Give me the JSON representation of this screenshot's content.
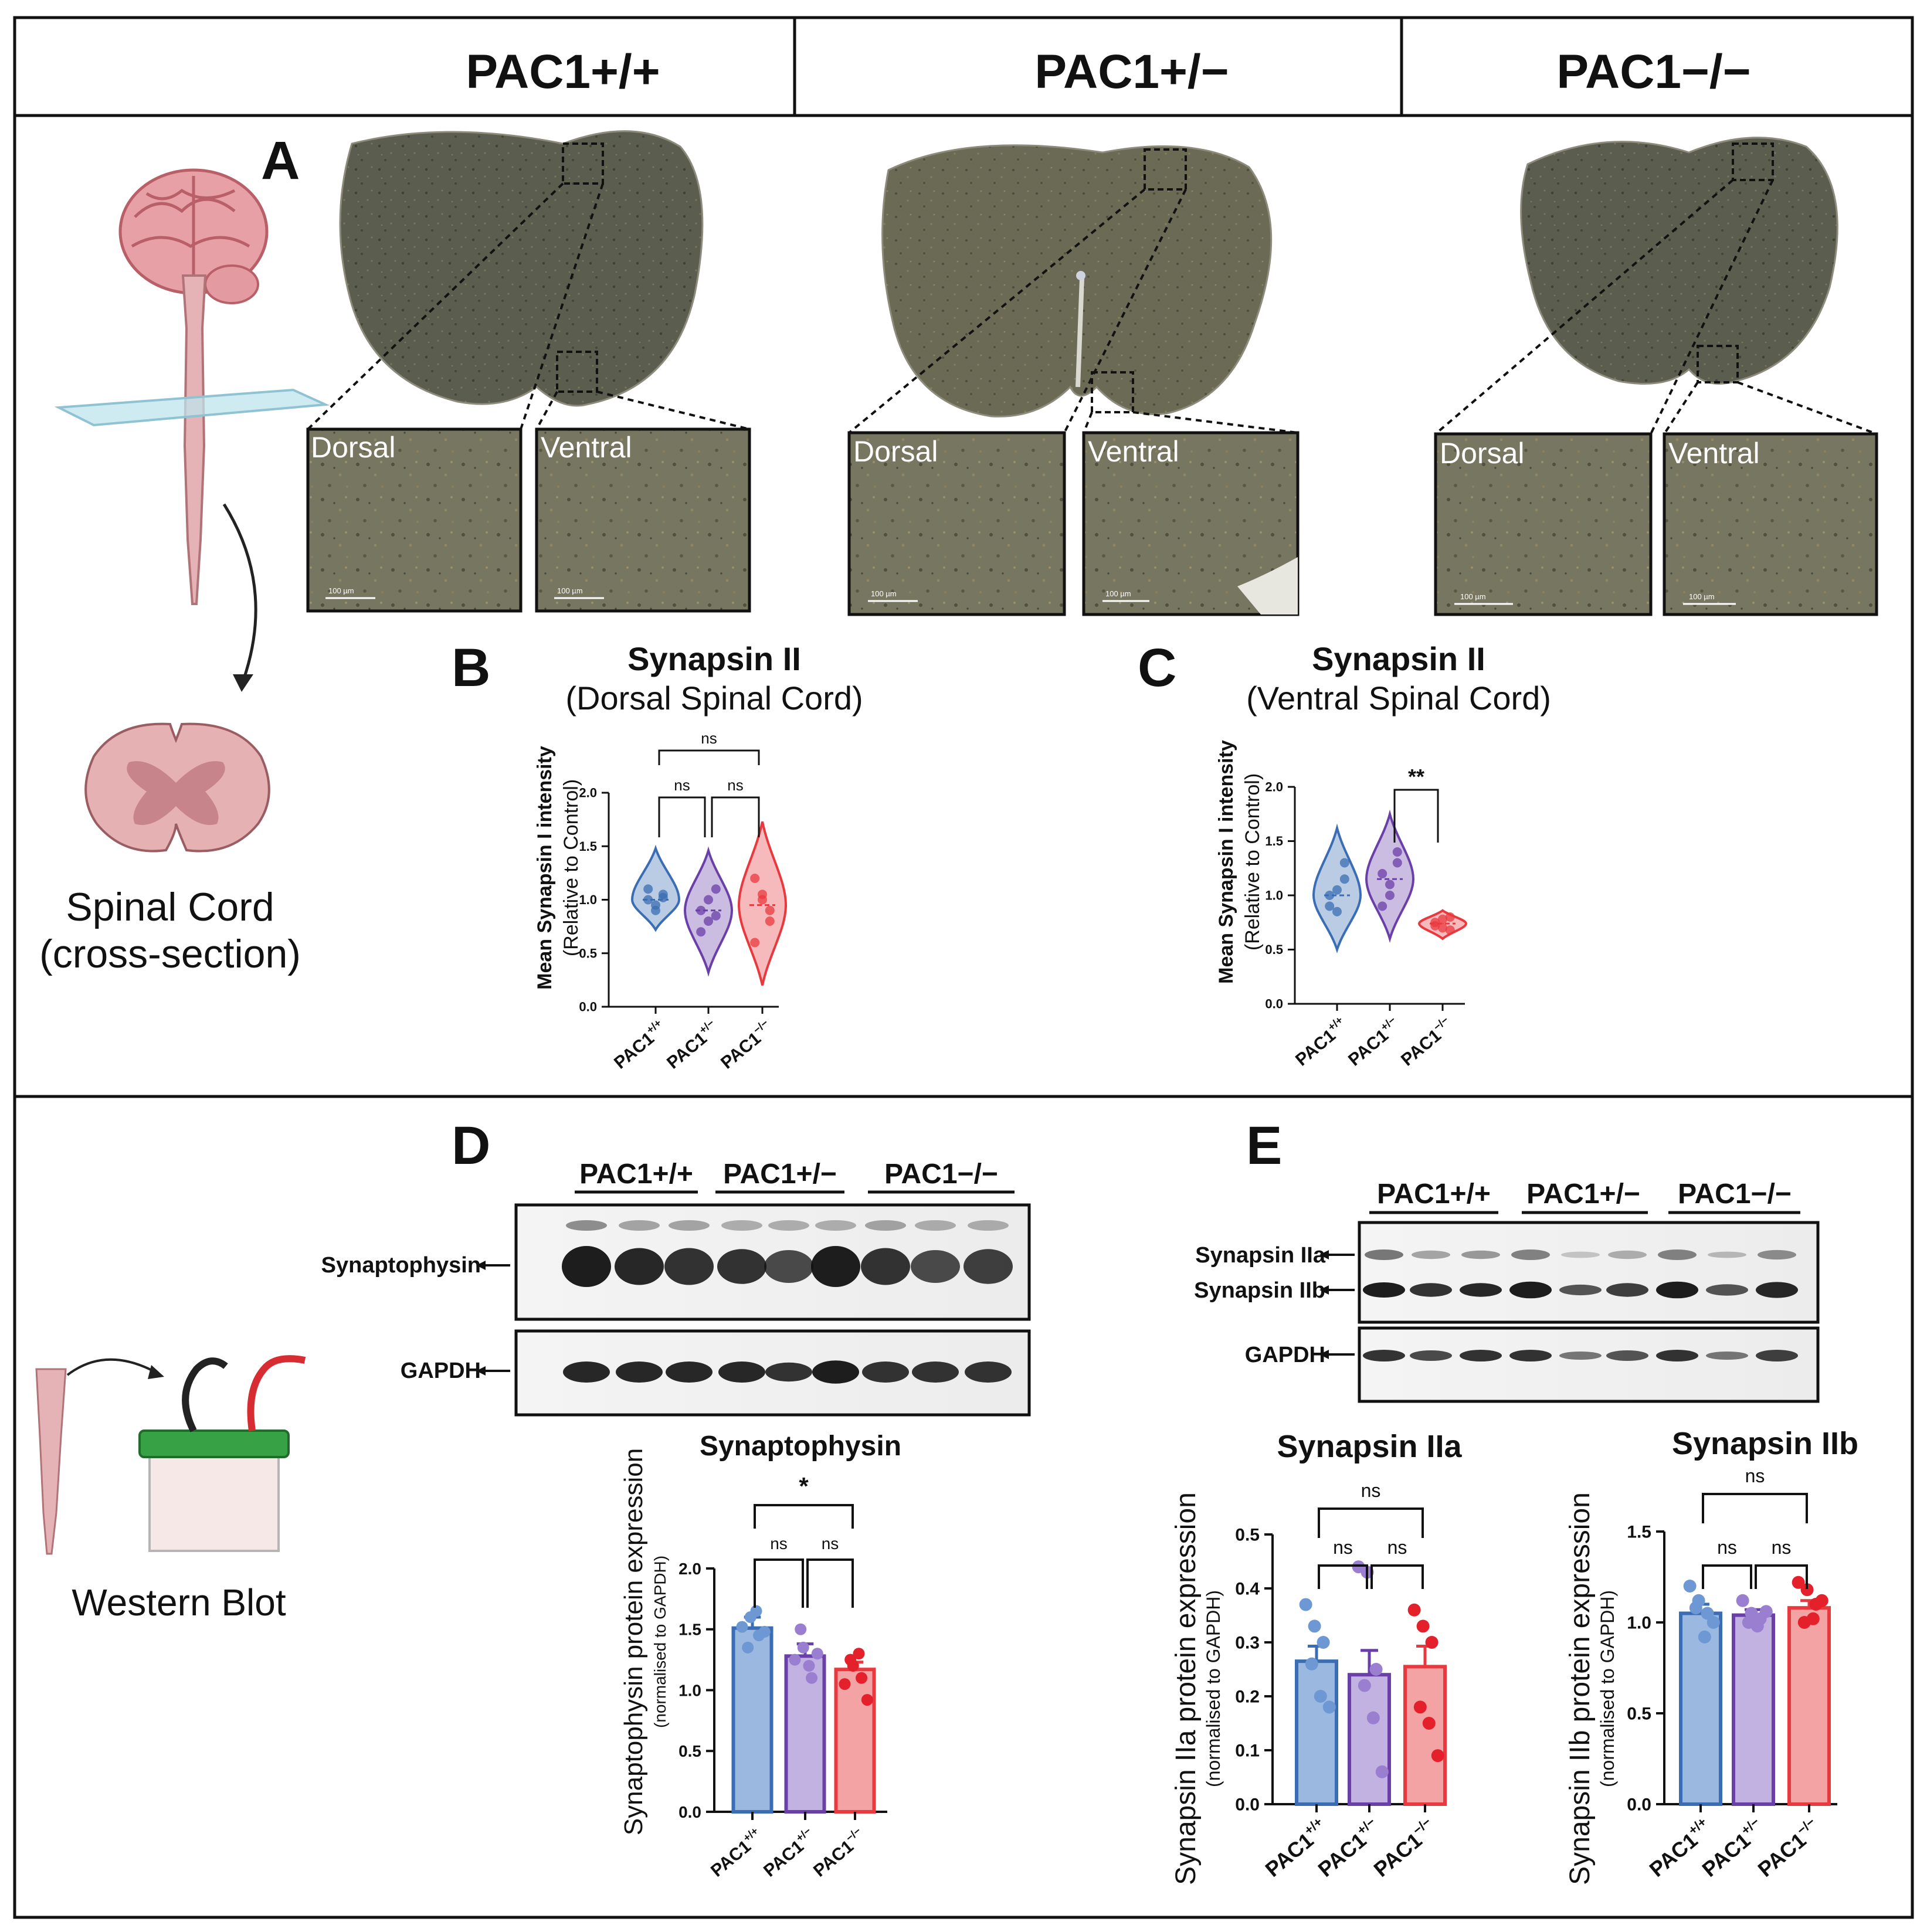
{
  "header": {
    "genotypes": [
      "PAC1+/+",
      "PAC1+/−",
      "PAC1−/−"
    ]
  },
  "panel_letters": {
    "a": "A",
    "b": "B",
    "c": "C",
    "d": "D",
    "e": "E"
  },
  "left_icons": {
    "spinal_cord_line1": "Spinal Cord",
    "spinal_cord_line2": "(cross-section)",
    "western_blot": "Western Blot"
  },
  "histology": {
    "dorsal_label": "Dorsal",
    "ventral_label": "Ventral",
    "scale_bar": "100 µm"
  },
  "violin_charts": {
    "x_tick_base": "PAC1",
    "x_tick_sups": [
      "+/+",
      "+/−",
      "−/−"
    ],
    "ylabel_line1": "Mean  Synapsin I intensity",
    "ylabel_line2": "(Relative to  Control)"
  },
  "blot_d": {
    "groups": [
      "PAC1+/+",
      "PAC1+/−",
      "PAC1−/−"
    ],
    "band_labels": [
      "Synaptophysin",
      "GAPDH"
    ]
  },
  "blot_e": {
    "groups": [
      "PAC1+/+",
      "PAC1+/−",
      "PAC1−/−"
    ],
    "band_labels": [
      "Synapsin IIa",
      "Synapsin IIb",
      "GAPDH"
    ]
  },
  "chart_data": [
    {
      "id": "B",
      "type": "violin",
      "title": "Synapsin II",
      "subtitle": "(Dorsal Spinal Cord)",
      "ylim": [
        0,
        2.0
      ],
      "yticks": [
        "0.0",
        "0.5",
        "1.0",
        "1.5",
        "2.0"
      ],
      "colors": [
        "#3a6db3",
        "#6a3fa8",
        "#e8393f"
      ],
      "series": [
        {
          "center": 1.0,
          "min": 0.72,
          "max": 1.48,
          "points": [
            1.0,
            0.95,
            1.05,
            1.1,
            0.9,
            1.02
          ]
        },
        {
          "center": 0.9,
          "min": 0.32,
          "max": 1.46,
          "points": [
            0.9,
            0.8,
            1.1,
            0.7,
            1.0,
            0.85
          ]
        },
        {
          "center": 0.95,
          "min": 0.2,
          "max": 1.73,
          "points": [
            1.2,
            1.0,
            0.8,
            0.6,
            1.05,
            0.9
          ]
        }
      ],
      "significance": [
        {
          "from": 0,
          "to": 1,
          "label": "ns"
        },
        {
          "from": 1,
          "to": 2,
          "label": "ns"
        },
        {
          "from": 0,
          "to": 2,
          "label": "ns"
        }
      ]
    },
    {
      "id": "C",
      "type": "violin",
      "title": "Synapsin II",
      "subtitle": "(Ventral Spinal Cord)",
      "ylim": [
        0,
        2.0
      ],
      "yticks": [
        "0.0",
        "0.5",
        "1.0",
        "1.5",
        "2.0"
      ],
      "colors": [
        "#3a6db3",
        "#6a3fa8",
        "#e8393f"
      ],
      "series": [
        {
          "center": 1.0,
          "min": 0.5,
          "max": 1.62,
          "points": [
            1.0,
            0.85,
            1.15,
            0.9,
            1.05,
            1.3
          ]
        },
        {
          "center": 1.15,
          "min": 0.6,
          "max": 1.75,
          "points": [
            1.2,
            1.0,
            1.3,
            0.9,
            1.1,
            1.4
          ]
        },
        {
          "center": 0.74,
          "min": 0.6,
          "max": 0.86,
          "points": [
            0.75,
            0.7,
            0.8,
            0.72,
            0.78,
            0.68
          ]
        }
      ],
      "significance": [
        {
          "from": 1,
          "to": 2,
          "label": "**"
        }
      ]
    },
    {
      "id": "D",
      "type": "bar",
      "title": "Synaptophysin",
      "ylabel_line1": "Synaptophysin protein expression",
      "ylabel_line2": "(normalised to GAPDH)",
      "ylim": [
        0,
        2.0
      ],
      "yticks": [
        "0.0",
        "0.5",
        "1.0",
        "1.5",
        "2.0"
      ],
      "values": [
        1.51,
        1.28,
        1.17
      ],
      "errors": [
        0.09,
        0.1,
        0.06
      ],
      "points": [
        [
          1.52,
          1.6,
          1.45,
          1.35,
          1.65,
          1.48
        ],
        [
          1.25,
          1.35,
          1.1,
          1.5,
          1.2,
          1.3
        ],
        [
          1.05,
          1.2,
          1.1,
          1.25,
          1.3,
          0.92
        ]
      ],
      "colors": [
        "#9ab8e0",
        "#c2b2e2",
        "#f3a3a3"
      ],
      "edge_colors": [
        "#3a6db3",
        "#6a3fa8",
        "#e8393f"
      ],
      "dot_colors": [
        "#6d98d4",
        "#9a7fd0",
        "#e4202b"
      ],
      "significance": [
        {
          "from": 0,
          "to": 1,
          "label": "ns"
        },
        {
          "from": 1,
          "to": 2,
          "label": "ns"
        },
        {
          "from": 0,
          "to": 2,
          "label": "*"
        }
      ]
    },
    {
      "id": "E1",
      "type": "bar",
      "title": "Synapsin IIa",
      "ylabel_line1": "Synapsin IIa protein expression",
      "ylabel_line2": "(normalised to GAPDH)",
      "ylim": [
        0,
        0.5
      ],
      "yticks": [
        "0.0",
        "0.1",
        "0.2",
        "0.3",
        "0.4",
        "0.5"
      ],
      "values": [
        0.265,
        0.24,
        0.255
      ],
      "errors": [
        0.028,
        0.045,
        0.038
      ],
      "points": [
        [
          0.37,
          0.33,
          0.3,
          0.26,
          0.2,
          0.18
        ],
        [
          0.44,
          0.43,
          0.25,
          0.22,
          0.16,
          0.06
        ],
        [
          0.36,
          0.33,
          0.3,
          0.18,
          0.15,
          0.09
        ]
      ],
      "colors": [
        "#9ab8e0",
        "#c2b2e2",
        "#f3a3a3"
      ],
      "edge_colors": [
        "#3a6db3",
        "#6a3fa8",
        "#e8393f"
      ],
      "dot_colors": [
        "#6d98d4",
        "#9a7fd0",
        "#e4202b"
      ],
      "significance": [
        {
          "from": 0,
          "to": 1,
          "label": "ns"
        },
        {
          "from": 1,
          "to": 2,
          "label": "ns"
        },
        {
          "from": 0,
          "to": 2,
          "label": "ns"
        }
      ]
    },
    {
      "id": "E2",
      "type": "bar",
      "title": "Synapsin IIb",
      "ylabel_line1": "Synapsin IIb protein expression",
      "ylabel_line2": "(normalised to GAPDH)",
      "ylim": [
        0,
        1.5
      ],
      "yticks": [
        "0.0",
        "0.5",
        "1.0",
        "1.5"
      ],
      "values": [
        1.05,
        1.04,
        1.08
      ],
      "errors": [
        0.05,
        0.03,
        0.04
      ],
      "points": [
        [
          1.2,
          1.12,
          1.05,
          1.08,
          0.92,
          1.0
        ],
        [
          1.12,
          1.05,
          1.02,
          1.0,
          0.98,
          1.06
        ],
        [
          1.22,
          1.18,
          1.1,
          1.0,
          1.02,
          1.12
        ]
      ],
      "colors": [
        "#9ab8e0",
        "#c2b2e2",
        "#f3a3a3"
      ],
      "edge_colors": [
        "#3a6db3",
        "#6a3fa8",
        "#e8393f"
      ],
      "dot_colors": [
        "#6d98d4",
        "#9a7fd0",
        "#e4202b"
      ],
      "significance": [
        {
          "from": 0,
          "to": 1,
          "label": "ns"
        },
        {
          "from": 1,
          "to": 2,
          "label": "ns"
        },
        {
          "from": 0,
          "to": 2,
          "label": "ns"
        }
      ]
    }
  ]
}
